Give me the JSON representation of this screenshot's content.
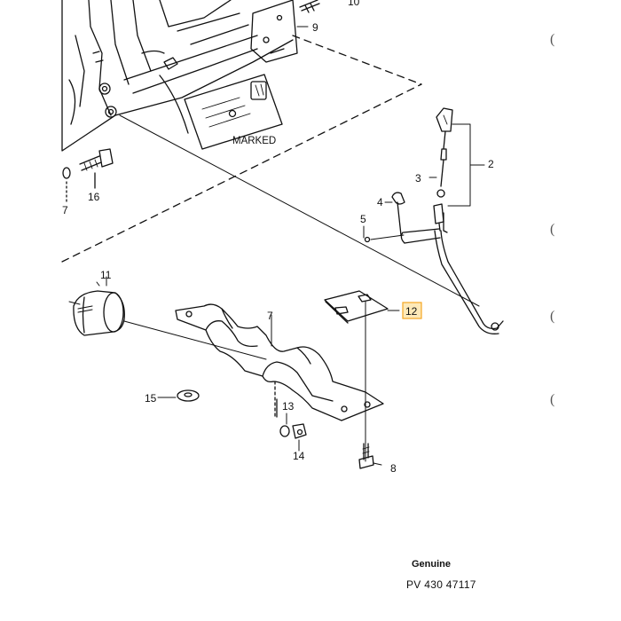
{
  "diagram": {
    "callouts": {
      "c2": "2",
      "c3": "3",
      "c4": "4",
      "c5": "5",
      "c7a": "7",
      "c7b": "7",
      "c8": "8",
      "c9": "9",
      "c10": "10",
      "c11": "11",
      "c12": "12",
      "c13": "13",
      "c14": "14",
      "c15": "15",
      "c16": "16"
    },
    "plate_label": "MARKED",
    "highlight_color": "#f5a623"
  },
  "footer": {
    "brand": "Genuine",
    "part_number": "PV 430 47117"
  }
}
